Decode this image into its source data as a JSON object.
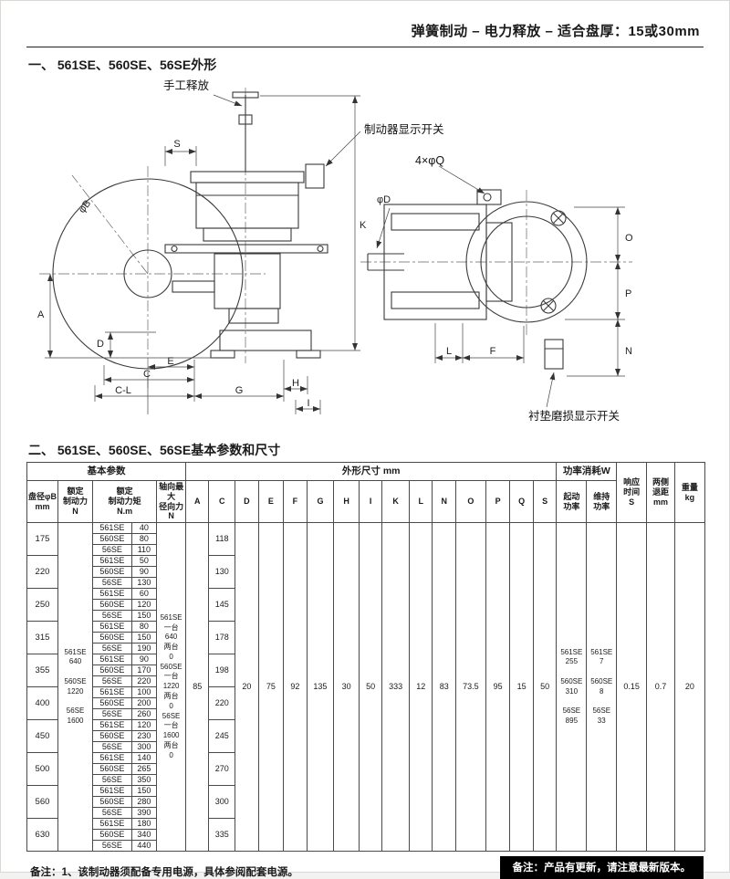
{
  "page": {
    "top_header": "弹簧制动 – 电力释放 – 适合盘厚：15或30mm",
    "section1_title": "一、 561SE、560SE、56SE外形",
    "section2_title": "二、 561SE、560SE、56SE基本参数和尺寸",
    "note_left": "备注：1、该制动器须配备专用电源，具体参阅配套电源。",
    "note_right": "备注：产品有更新，请注意最新版本。"
  },
  "drawing": {
    "manual_release_label": "手工释放",
    "brake_switch_label": "制动器显示开关",
    "pad_wear_switch_label": "衬垫磨损显示开关",
    "holes_label": "4×φQ",
    "phi_b": "φB",
    "phi_d": "φD",
    "dims": {
      "s": "S",
      "k": "K",
      "a": "A",
      "d": "D",
      "e": "E",
      "c": "C",
      "cl": "C-L",
      "g": "G",
      "h": "H",
      "i": "I",
      "o": "O",
      "p": "P",
      "n": "N",
      "l": "L",
      "f": "F"
    }
  },
  "table": {
    "header": {
      "basic_params": "基本参数",
      "outline_dims": "外形尺寸 mm",
      "power": "功率消耗W",
      "response_time": "响应\n时间\nS",
      "side_retract": "两侧\n退距\nmm",
      "weight": "重量\nkg",
      "disc": "盘径φB\nmm",
      "rated_force": "额定\n制动力\nN",
      "rated_torque": "额定\n制动力矩\nN.m",
      "axial_force": "轴向最大\n径向力\nN",
      "dim_letters": [
        "A",
        "C",
        "D",
        "E",
        "F",
        "G",
        "H",
        "I",
        "K",
        "L",
        "N",
        "O",
        "P",
        "Q",
        "S"
      ],
      "start_power": "起动\n功率",
      "hold_power": "维持\n功率"
    },
    "groups": [
      {
        "disc": "175",
        "c": "118",
        "models": [
          {
            "name": "561SE",
            "torque": "40"
          },
          {
            "name": "560SE",
            "torque": "80"
          },
          {
            "name": "56SE",
            "torque": "110"
          }
        ]
      },
      {
        "disc": "220",
        "c": "130",
        "models": [
          {
            "name": "561SE",
            "torque": "50"
          },
          {
            "name": "560SE",
            "torque": "90"
          },
          {
            "name": "56SE",
            "torque": "130"
          }
        ]
      },
      {
        "disc": "250",
        "c": "145",
        "models": [
          {
            "name": "561SE",
            "torque": "60"
          },
          {
            "name": "560SE",
            "torque": "120"
          },
          {
            "name": "56SE",
            "torque": "150"
          }
        ]
      },
      {
        "disc": "315",
        "c": "178",
        "models": [
          {
            "name": "561SE",
            "torque": "80"
          },
          {
            "name": "560SE",
            "torque": "150"
          },
          {
            "name": "56SE",
            "torque": "190"
          }
        ]
      },
      {
        "disc": "355",
        "c": "198",
        "models": [
          {
            "name": "561SE",
            "torque": "90"
          },
          {
            "name": "560SE",
            "torque": "170"
          },
          {
            "name": "56SE",
            "torque": "220"
          }
        ]
      },
      {
        "disc": "400",
        "c": "220",
        "models": [
          {
            "name": "561SE",
            "torque": "100"
          },
          {
            "name": "560SE",
            "torque": "200"
          },
          {
            "name": "56SE",
            "torque": "260"
          }
        ]
      },
      {
        "disc": "450",
        "c": "245",
        "models": [
          {
            "name": "561SE",
            "torque": "120"
          },
          {
            "name": "560SE",
            "torque": "230"
          },
          {
            "name": "56SE",
            "torque": "300"
          }
        ]
      },
      {
        "disc": "500",
        "c": "270",
        "models": [
          {
            "name": "561SE",
            "torque": "140"
          },
          {
            "name": "560SE",
            "torque": "265"
          },
          {
            "name": "56SE",
            "torque": "350"
          }
        ]
      },
      {
        "disc": "560",
        "c": "300",
        "models": [
          {
            "name": "561SE",
            "torque": "150"
          },
          {
            "name": "560SE",
            "torque": "280"
          },
          {
            "name": "56SE",
            "torque": "390"
          }
        ]
      },
      {
        "disc": "630",
        "c": "335",
        "models": [
          {
            "name": "561SE",
            "torque": "180"
          },
          {
            "name": "560SE",
            "torque": "340"
          },
          {
            "name": "56SE",
            "torque": "440"
          }
        ]
      }
    ],
    "merged": {
      "rated_force": "561SE\n640\n\n560SE\n1220\n\n56SE\n1600",
      "axial_force": "561SE\n一台\n640\n两台\n0\n560SE\n一台\n1220\n两台\n0\n56SE\n一台\n1600\n两台\n0",
      "A": "85",
      "D": "20",
      "E": "75",
      "F": "92",
      "G": "135",
      "H": "30",
      "I": "50",
      "K": "333",
      "L": "12",
      "N": "83",
      "O": "73.5",
      "P": "95",
      "Q": "15",
      "S": "50",
      "start_power": "561SE\n255\n\n560SE\n310\n\n56SE\n895",
      "hold_power": "561SE\n7\n\n560SE\n8\n\n56SE\n33",
      "response_time": "0.15",
      "side_retract": "0.7",
      "weight": "20"
    }
  }
}
